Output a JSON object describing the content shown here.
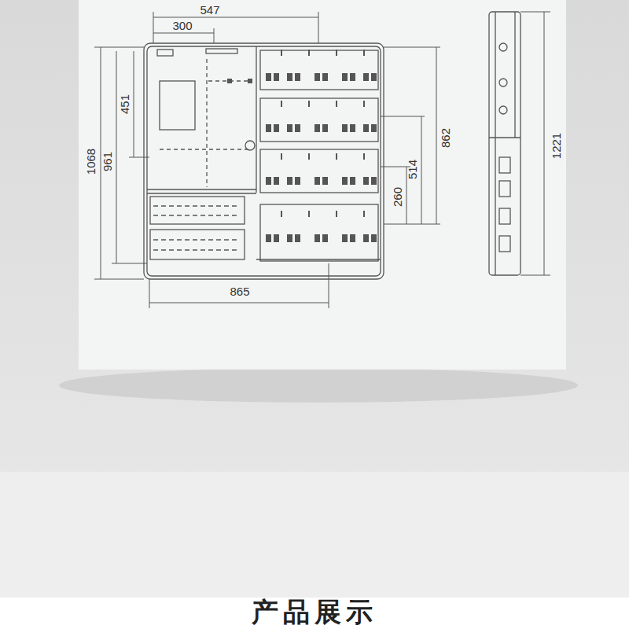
{
  "diagram": {
    "title": "产品展示",
    "labels": [
      "547",
      "300",
      "451",
      "1068",
      "961",
      "862",
      "514",
      "260",
      "865",
      "1221"
    ]
  }
}
